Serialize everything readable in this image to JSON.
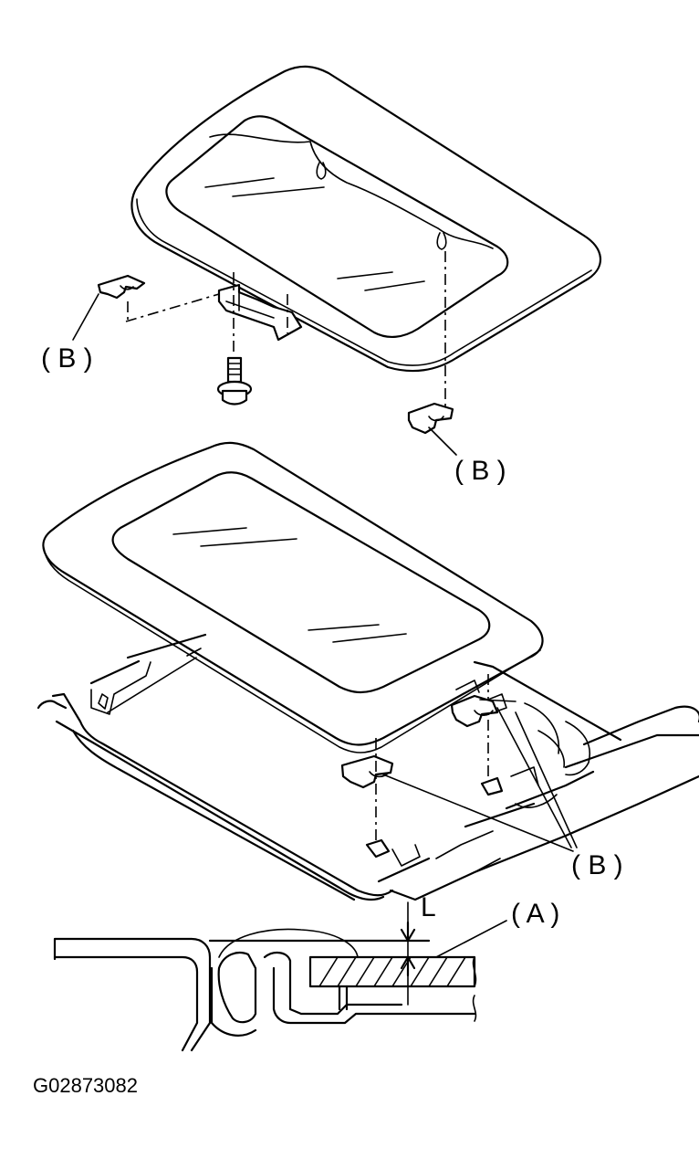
{
  "labels": {
    "clip_b": "( B )",
    "part_a": "( A )",
    "dim_l": "L"
  },
  "figure_code": "G02873082"
}
